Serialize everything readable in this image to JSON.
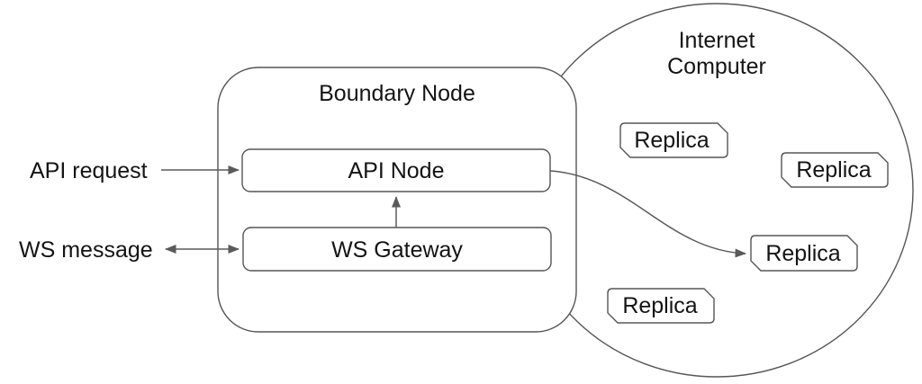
{
  "diagram": {
    "internet_computer": {
      "line1": "Internet",
      "line2": "Computer"
    },
    "boundary_node": {
      "title": "Boundary Node",
      "api_node_label": "API Node",
      "ws_gateway_label": "WS Gateway"
    },
    "external_labels": {
      "api_request": "API request",
      "ws_message": "WS message"
    },
    "replicas": [
      {
        "label": "Replica"
      },
      {
        "label": "Replica"
      },
      {
        "label": "Replica"
      },
      {
        "label": "Replica"
      }
    ],
    "colors": {
      "stroke": "#565656",
      "text": "#141414",
      "background": "#ffffff"
    }
  }
}
